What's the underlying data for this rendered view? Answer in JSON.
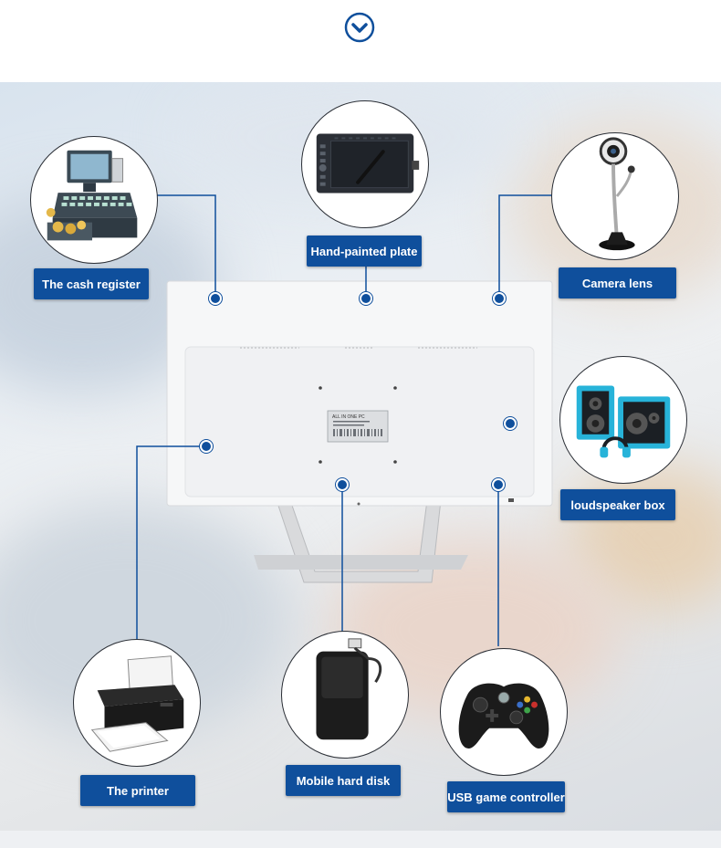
{
  "labels": {
    "cash_register": "The cash register",
    "hand_painted_plate": "Hand-painted plate",
    "camera_lens": "Camera lens",
    "loudspeaker_box": "loudspeaker box",
    "printer": "The printer",
    "mobile_hard_disk": "Mobile hard disk",
    "usb_game_controller": "USB game controller"
  },
  "monitor_sticker": {
    "line1": "ALL IN ONE PC"
  },
  "icons": {
    "top": "chevron-down-circle-icon"
  },
  "colors": {
    "accent": "#0f4f9c",
    "line": "#0f4f9c"
  }
}
